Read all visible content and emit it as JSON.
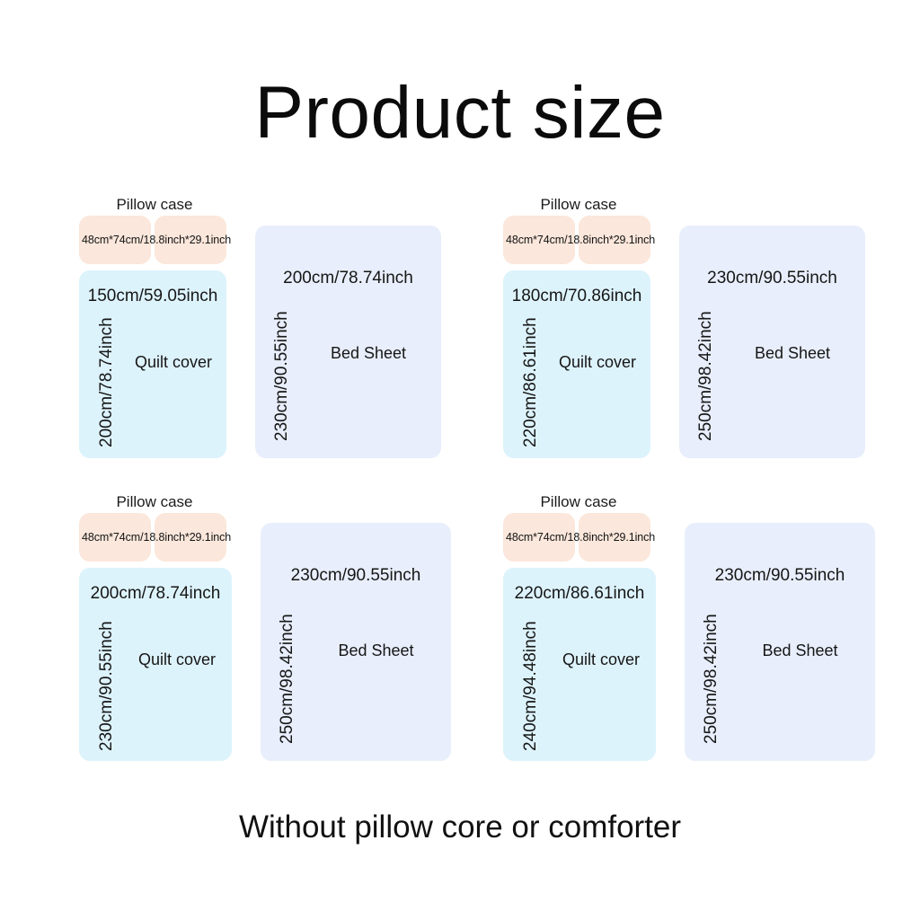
{
  "title": "Product size",
  "footer": "Without pillow core or comforter",
  "colors": {
    "background": "#ffffff",
    "pillow_case": "#fbe7db",
    "quilt_cover": "#ddf3fc",
    "bed_sheet": "#e8eefb",
    "text": "#161616"
  },
  "labels": {
    "pillow_case": "Pillow case",
    "quilt_cover": "Quilt cover",
    "bed_sheet": "Bed Sheet",
    "pillow_dims": "48cm*74cm/18.8inch*29.1inch"
  },
  "groups": [
    {
      "id": "set-1",
      "pillow_case": {
        "label": "Pillow case",
        "dims": "48cm*74cm/18.8inch*29.1inch",
        "count": 2
      },
      "quilt_cover": {
        "name": "Quilt cover",
        "width": "150cm/59.05inch",
        "height": "200cm/78.74inch"
      },
      "bed_sheet": {
        "name": "Bed Sheet",
        "width": "200cm/78.74inch",
        "height": "230cm/90.55inch"
      }
    },
    {
      "id": "set-2",
      "pillow_case": {
        "label": "Pillow case",
        "dims": "48cm*74cm/18.8inch*29.1inch",
        "count": 2
      },
      "quilt_cover": {
        "name": "Quilt cover",
        "width": "180cm/70.86inch",
        "height": "220cm/86.61inch"
      },
      "bed_sheet": {
        "name": "Bed Sheet",
        "width": "230cm/90.55inch",
        "height": "250cm/98.42inch"
      }
    },
    {
      "id": "set-3",
      "pillow_case": {
        "label": "Pillow case",
        "dims": "48cm*74cm/18.8inch*29.1inch",
        "count": 2
      },
      "quilt_cover": {
        "name": "Quilt cover",
        "width": "200cm/78.74inch",
        "height": "230cm/90.55inch"
      },
      "bed_sheet": {
        "name": "Bed Sheet",
        "width": "230cm/90.55inch",
        "height": "250cm/98.42inch"
      }
    },
    {
      "id": "set-4",
      "pillow_case": {
        "label": "Pillow case",
        "dims": "48cm*74cm/18.8inch*29.1inch",
        "count": 2
      },
      "quilt_cover": {
        "name": "Quilt cover",
        "width": "220cm/86.61inch",
        "height": "240cm/94.48inch"
      },
      "bed_sheet": {
        "name": "Bed Sheet",
        "width": "230cm/90.55inch",
        "height": "250cm/98.42inch"
      }
    }
  ]
}
